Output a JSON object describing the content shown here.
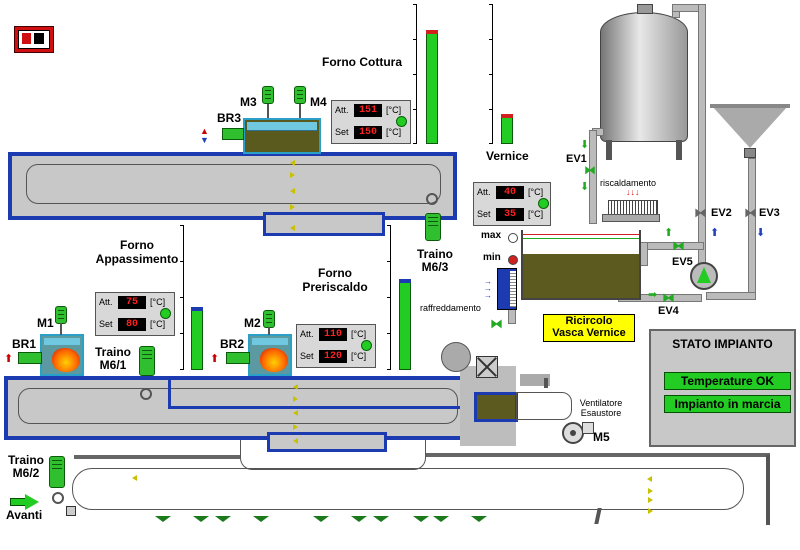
{
  "labels": {
    "forno_cottura": "Forno Cottura",
    "vernice": "Vernice",
    "br3": "BR3",
    "m3": "M3",
    "m4": "M4",
    "forno_appassimento_1": "Forno",
    "forno_appassimento_2": "Appassimento",
    "forno_preriscaldo_1": "Forno",
    "forno_preriscaldo_2": "Preriscaldo",
    "m1": "M1",
    "m2": "M2",
    "br1": "BR1",
    "br2": "BR2",
    "traino_m61_1": "Traino",
    "traino_m61_2": "M6/1",
    "traino_m63_1": "Traino",
    "traino_m63_2": "M6/3",
    "traino_m62_1": "Traino",
    "traino_m62_2": "M6/2",
    "avanti": "Avanti",
    "ev1": "EV1",
    "ev2": "EV2",
    "ev3": "EV3",
    "ev4": "EV4",
    "ev5": "EV5",
    "riscaldamento": "riscaldamento",
    "raffreddamento": "raffreddamento",
    "max": "max",
    "min": "min",
    "ricircolo_1": "Ricircolo",
    "ricircolo_2": "Vasca Vernice",
    "ventilatore_1": "Ventilatore",
    "ventilatore_2": "Esaustore",
    "m5": "M5"
  },
  "panels": {
    "cottura": {
      "att_label": "Att.",
      "set_label": "Set",
      "att": "151",
      "set": "150",
      "unit": "[°C]"
    },
    "appassimento": {
      "att_label": "Att.",
      "set_label": "Set",
      "att": "75",
      "set": "80",
      "unit": "[°C]"
    },
    "preriscaldo": {
      "att_label": "Att.",
      "set_label": "Set",
      "att": "110",
      "set": "120",
      "unit": "[°C]"
    },
    "vasca": {
      "att_label": "Att.",
      "set_label": "Set",
      "att": "40",
      "set": "35",
      "unit": "[°C]"
    }
  },
  "gauges": {
    "cottura_level": 0.82,
    "vernice_level": 0.2,
    "appassimento_level": 0.43,
    "preriscaldo_level": 0.63
  },
  "stato": {
    "title": "STATO IMPIANTO",
    "msg1": "Temperature OK",
    "msg2": "Impianto in marcia"
  },
  "colors": {
    "oven_border": "#1c3bb0",
    "ok_green": "#22cc22",
    "display_red": "#ff2020",
    "vernice_liquid": "#5c5a1e",
    "note_yellow": "#ffff00"
  },
  "icons": {
    "logo": "logo-icon",
    "pump": "pump-icon",
    "valve": "valve-icon",
    "fan": "fan-icon"
  }
}
